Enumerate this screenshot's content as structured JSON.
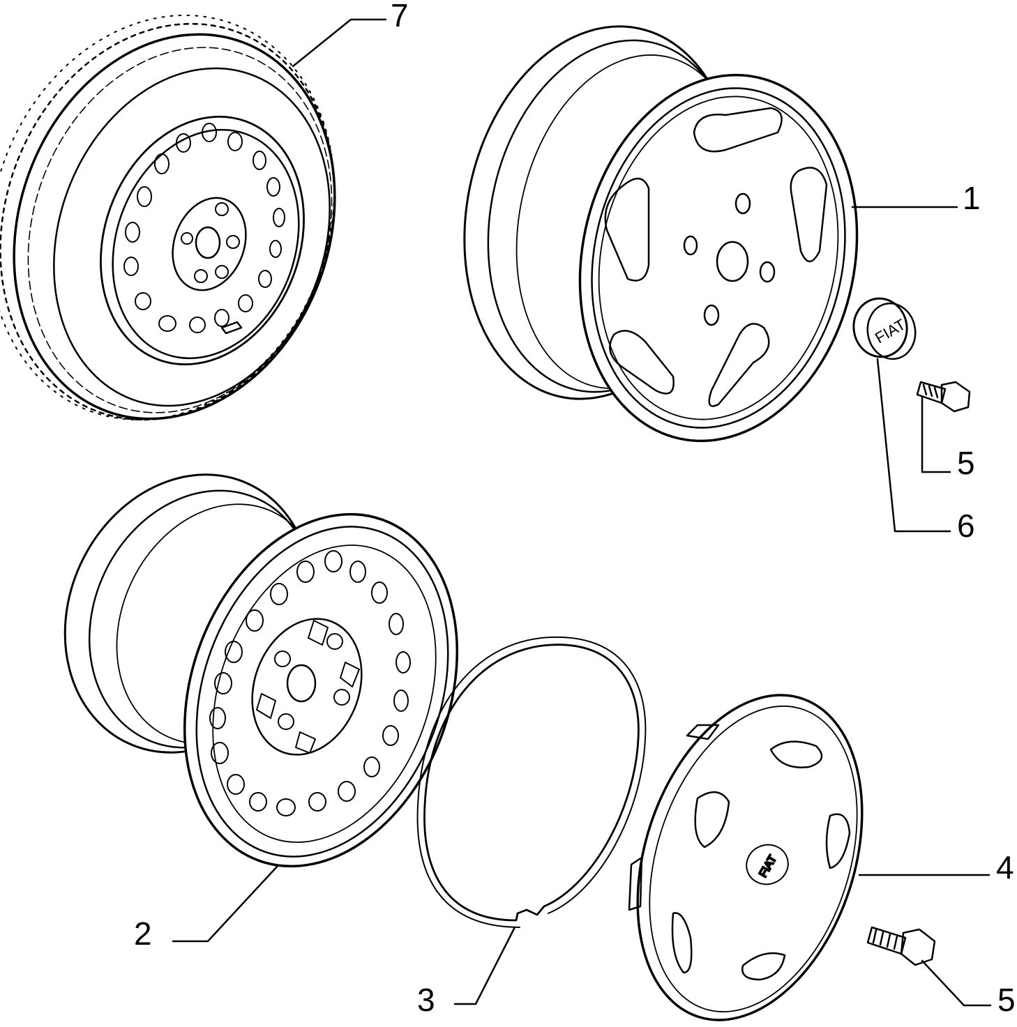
{
  "callouts": [
    {
      "id": "7",
      "label": "7"
    },
    {
      "id": "1",
      "label": "1"
    },
    {
      "id": "5a",
      "label": "5"
    },
    {
      "id": "6",
      "label": "6"
    },
    {
      "id": "2",
      "label": "2"
    },
    {
      "id": "4",
      "label": "4"
    },
    {
      "id": "3",
      "label": "3"
    },
    {
      "id": "5b",
      "label": "5"
    }
  ],
  "badges": {
    "center_cap_logo": "FIAT",
    "hubcap_logo": "FIAT"
  },
  "colors": {
    "ink": "#000000",
    "background": "#ffffff"
  }
}
